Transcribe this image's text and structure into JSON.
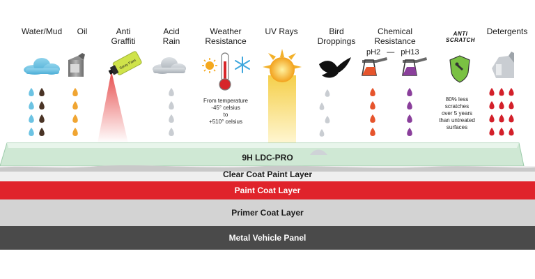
{
  "categories": [
    {
      "id": "water_mud",
      "lines": [
        "Water/Mud"
      ]
    },
    {
      "id": "oil",
      "lines": [
        "Oil"
      ]
    },
    {
      "id": "anti_graffiti",
      "lines": [
        "Anti",
        "Graffiti"
      ]
    },
    {
      "id": "acid_rain",
      "lines": [
        "Acid",
        "Rain"
      ]
    },
    {
      "id": "weather",
      "lines": [
        "Weather",
        "Resistance"
      ]
    },
    {
      "id": "uv",
      "lines": [
        "UV Rays"
      ]
    },
    {
      "id": "bird",
      "lines": [
        "Bird",
        "Droppings"
      ]
    },
    {
      "id": "chemical",
      "lines": [
        "Chemical",
        "Resistance"
      ]
    },
    {
      "id": "detergents",
      "lines": [
        "Detergents"
      ]
    }
  ],
  "chemical_range": {
    "low": "pH2",
    "dash": "—",
    "high": "pH13"
  },
  "spray_can_label": "Spray Paint",
  "anti_scratch_logo": [
    "ANTI",
    "SCRATCH"
  ],
  "weather_note": [
    "From temperature",
    "-45° celsius",
    "to",
    "+510° celsius"
  ],
  "scratch_note": [
    "80% less",
    "scratches",
    "over 5 years",
    "than untreated",
    "surfaces"
  ],
  "layers": [
    {
      "id": "coating",
      "label": "9H LDC-PRO"
    },
    {
      "id": "clear",
      "label": "Clear Coat Paint Layer"
    },
    {
      "id": "paint",
      "label": "Paint Coat Layer"
    },
    {
      "id": "primer",
      "label": "Primer Coat Layer"
    },
    {
      "id": "metal",
      "label": "Metal Vehicle Panel"
    }
  ],
  "colors": {
    "water": "#6cc3e3",
    "mud": "#4a3426",
    "oil": "#f0a532",
    "acid": "#c9cdd2",
    "bird": "#c9cdd2",
    "chem_red": "#e6542c",
    "chem_purple": "#8a3f9b",
    "detergent": "#d3202a",
    "paint_layer": "#e0232b",
    "primer_layer": "#d3d3d3",
    "metal_layer": "#4a4a4a",
    "coating_top": "#dff1e4",
    "coating_bottom": "#9fd2b0"
  }
}
